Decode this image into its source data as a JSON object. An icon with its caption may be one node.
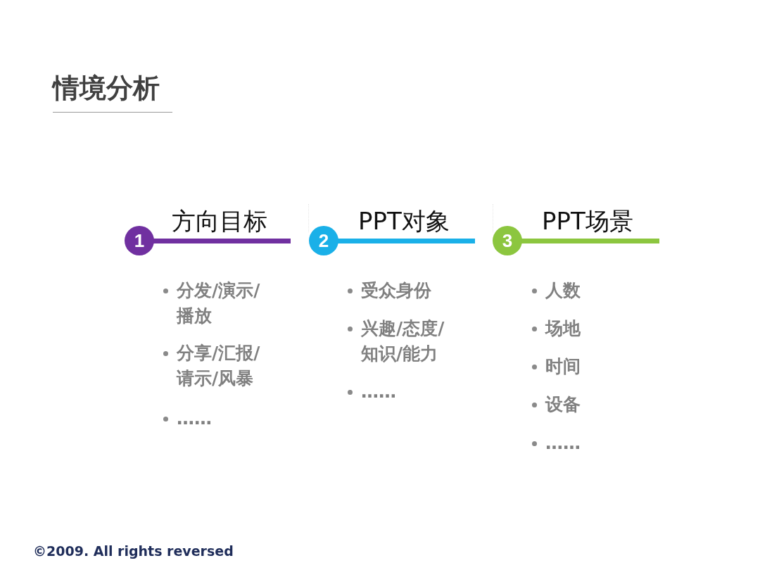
{
  "diagram": {
    "title": "情境分析",
    "nodes": [
      {
        "text": [
          "1"
        ],
        "beside": [
          "方向目标"
        ]
      },
      {
        "text": [
          "2"
        ],
        "beside": [
          "PPT对象"
        ]
      },
      {
        "text": [
          "3"
        ],
        "beside": [
          "PPT场景"
        ]
      }
    ],
    "labels": [
      "分发/演示/播放",
      "分享/汇报/请示/风暴",
      "……",
      "受众身份",
      "兴趣/态度/知识/能力",
      "……",
      "人数",
      "场地",
      "时间",
      "设备",
      "……",
      "©2009. All rights reversed"
    ]
  }
}
